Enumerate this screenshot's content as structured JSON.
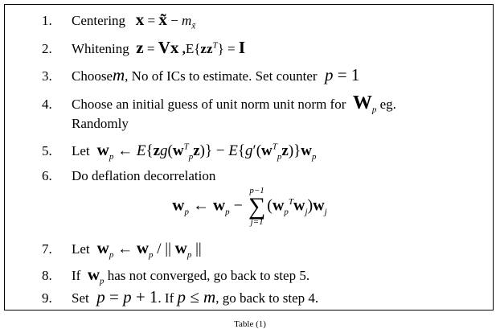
{
  "steps": [
    {
      "num": "1.",
      "text": "Centering",
      "math": "x = x̃ − m"
    },
    {
      "num": "2.",
      "text": "Whitening",
      "math": "z = Vx , E{zz^T} = I"
    },
    {
      "num": "3.",
      "text": "Choose",
      "mid": ", No of ICs to estimate. Set counter",
      "math": "p = 1"
    },
    {
      "num": "4.",
      "text": "Choose an initial guess of unit norm unit norm for",
      "tail": "eg.",
      "cont": "Randomly"
    },
    {
      "num": "5.",
      "text": "Let"
    },
    {
      "num": "6.",
      "text": "Do deflation decorrelation"
    },
    {
      "num": "7.",
      "text": "Let"
    },
    {
      "num": "8.",
      "text": "If",
      "tail": "has not converged, go back to step 5."
    },
    {
      "num": "9.",
      "text": "Set",
      "mid": ". If",
      "tail": ", go back to step 4."
    }
  ],
  "caption": "Table (1)"
}
